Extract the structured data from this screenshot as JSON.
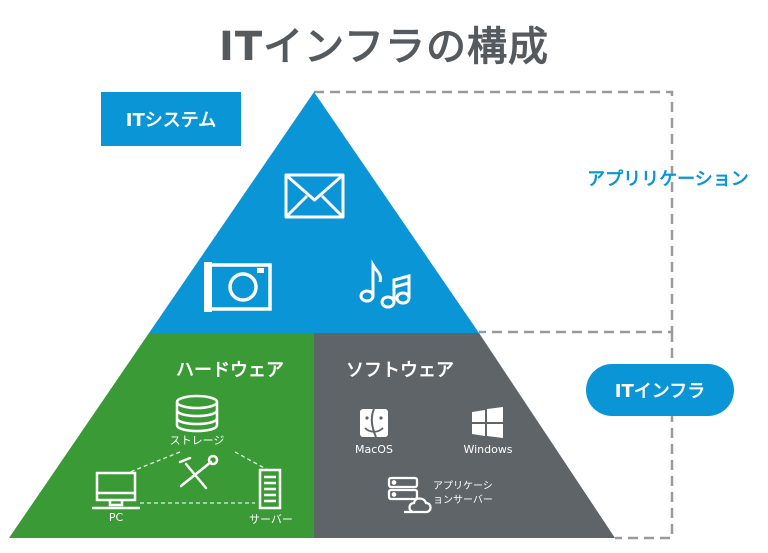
{
  "title": "ITインフラの構成",
  "labels": {
    "it_system": "ITシステム",
    "application": "アプリリケーション",
    "it_infra": "ITインフラ"
  },
  "hardware": {
    "heading": "ハードウェア",
    "storage": "ストレージ",
    "pc": "PC",
    "server": "サーバー"
  },
  "software": {
    "heading": "ソフトウェア",
    "macos": "MacOS",
    "windows": "Windows",
    "app_server_line1": "アプリケーシ",
    "app_server_line2": "ョンサーバー"
  },
  "icons": [
    "mail-icon",
    "camera-icon",
    "music-notes-icon",
    "database-icon",
    "desktop-pc-icon",
    "server-tower-icon",
    "tools-icon",
    "macos-finder-icon",
    "windows-logo-icon",
    "cloud-server-icon"
  ],
  "colors": {
    "application_layer": "#0a95d6",
    "hardware_layer": "#3a9a35",
    "software_layer": "#5f6468",
    "title": "#555a5e",
    "dashed_outline": "#9a9a9a"
  }
}
